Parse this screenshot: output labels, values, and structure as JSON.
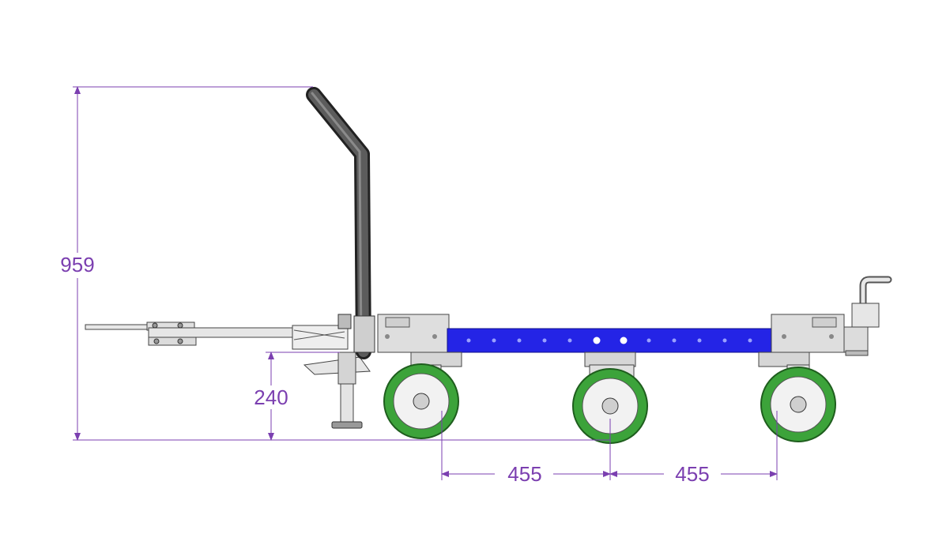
{
  "dimensions": {
    "height_total": "959",
    "hitch_height": "240",
    "wheel_spacing_left": "455",
    "wheel_spacing_right": "455"
  },
  "colors": {
    "dimension_line": "#7b3fb0",
    "frame_blue": "#2424e6",
    "wheel_green": "#3ca33a",
    "frame_gray": "#d9d9d9",
    "handle_dark": "#4a4a4a"
  }
}
